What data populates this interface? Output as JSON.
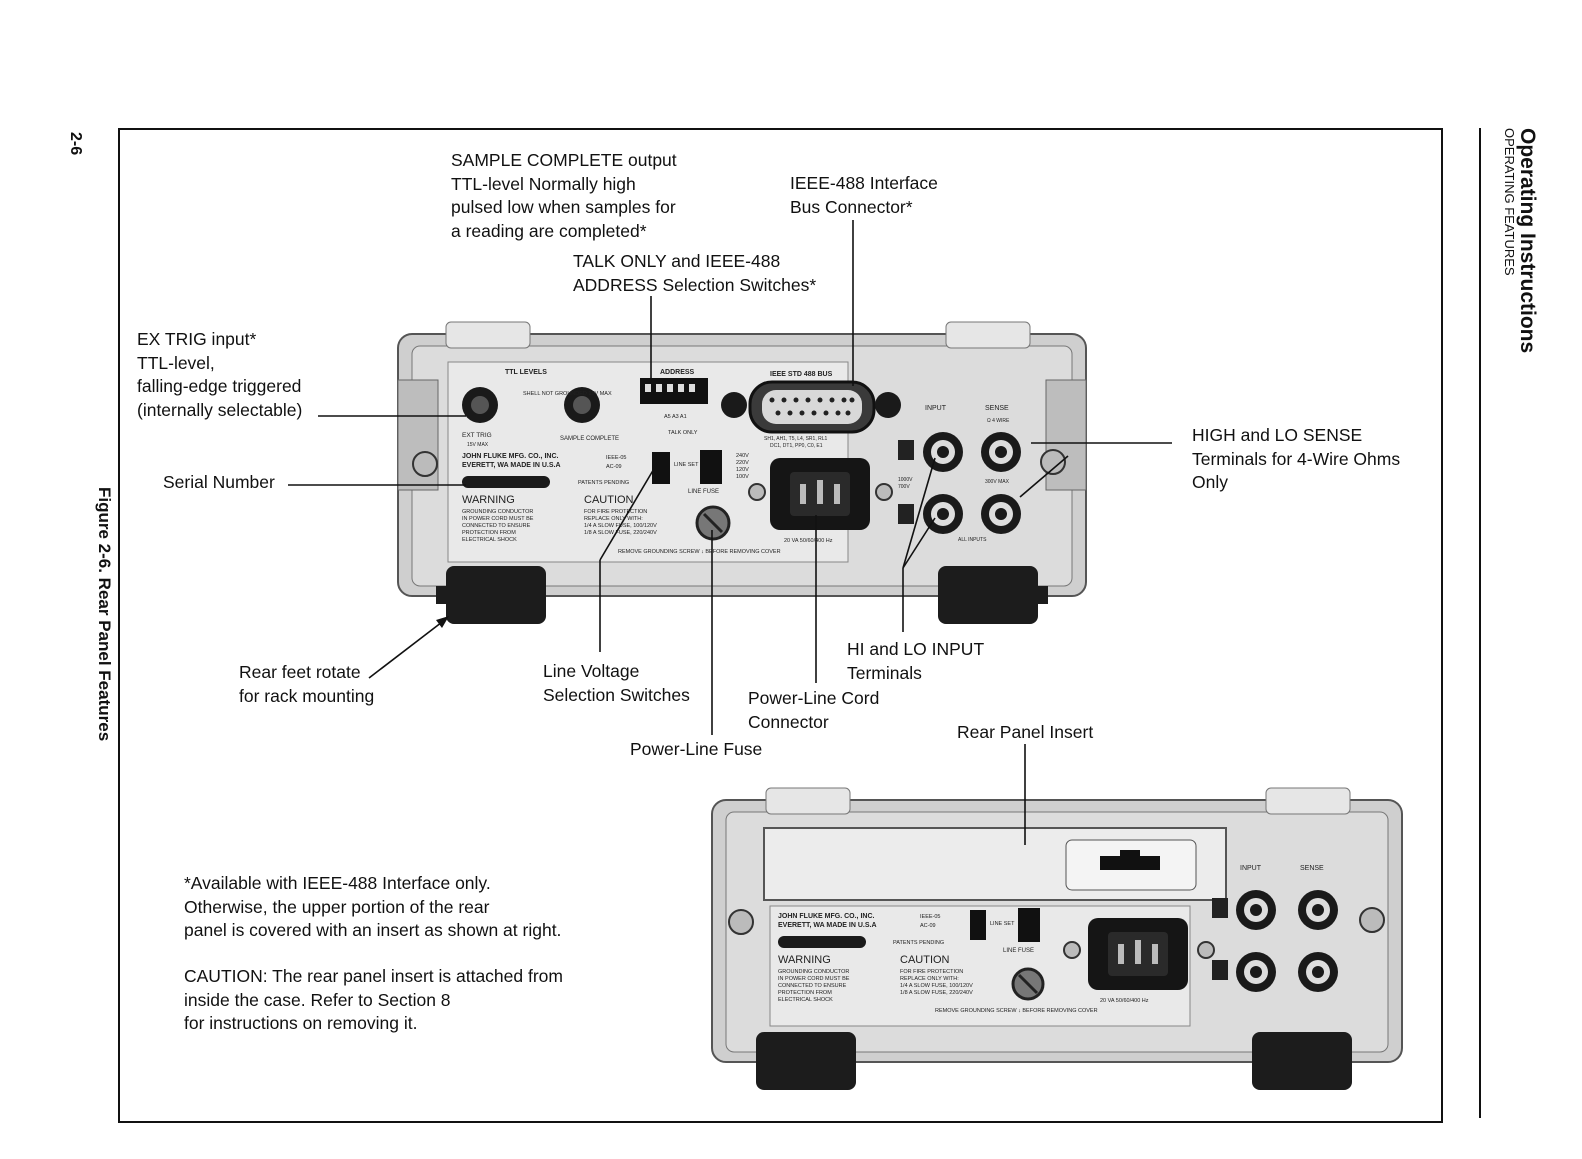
{
  "page": {
    "page_number": "2-6",
    "section_title": "Operating Instructions",
    "section_subtitle": "OPERATING FEATURES",
    "figure_caption": "Figure 2-6. Rear Panel Features"
  },
  "callouts": {
    "sample_complete": [
      "SAMPLE COMPLETE output",
      "TTL-level Normally high",
      "pulsed low when samples for",
      "a reading are completed*"
    ],
    "ieee_connector": [
      "IEEE-488 Interface",
      "Bus Connector*"
    ],
    "talk_only": [
      "TALK ONLY and IEEE-488",
      "ADDRESS Selection Switches*"
    ],
    "ex_trig": [
      "EX TRIG input*",
      "TTL-level,",
      "falling-edge triggered",
      "(internally selectable)"
    ],
    "serial_number": "Serial Number",
    "high_lo_sense": [
      "HIGH and LO SENSE",
      "Terminals for 4-Wire Ohms",
      "Only"
    ],
    "rear_feet": [
      "Rear feet rotate",
      "for rack mounting"
    ],
    "line_voltage": [
      "Line Voltage",
      "Selection Switches"
    ],
    "hi_lo_input": [
      "HI and LO INPUT",
      "Terminals"
    ],
    "power_cord": [
      "Power-Line Cord",
      "Connector"
    ],
    "power_fuse": "Power-Line Fuse",
    "rear_panel_insert": "Rear Panel Insert"
  },
  "notes": {
    "availability": [
      "*Available with IEEE-488 Interface only.",
      "Otherwise, the upper portion of the rear",
      "panel is covered with an insert as shown at right."
    ],
    "caution": [
      "CAUTION: The rear panel insert is attached from",
      "inside the case. Refer to Section 8",
      "for instructions on removing it."
    ]
  },
  "panel_text": {
    "ttl_levels": "TTL LEVELS",
    "shell_not_grounded": "SHELL NOT GROUNDED 15V MAX",
    "address": "ADDRESS",
    "ieee_std": "IEEE STD 488 BUS",
    "input": "INPUT",
    "sense": "SENSE",
    "sense_sub": "Ω 4 WIRE",
    "ext_trig": "EXT TRIG",
    "ext_trig_max": "15V MAX",
    "sample_complete": "SAMPLE COMPLETE",
    "a_labels": "A5 A3 A1",
    "talk_only": "TALK ONLY",
    "maker_1": "JOHN FLUKE MFG. CO., INC.",
    "maker_2": "EVERETT, WA  MADE IN U.S.A",
    "ieee_opt": "IEEE-05",
    "ac_opt": "AC-09",
    "line_set": "LINE SET",
    "patents": "PATENTS PENDING",
    "warning": "WARNING",
    "warning_body": [
      "GROUNDING CONDUCTOR",
      "IN POWER CORD MUST BE",
      "CONNECTED TO ENSURE",
      "PROTECTION FROM",
      "ELECTRICAL SHOCK"
    ],
    "caution": "CAUTION",
    "caution_body": [
      "FOR FIRE PROTECTION",
      "REPLACE ONLY WITH:",
      "1/4 A SLOW FUSE, 100/120V",
      "1/8 A SLOW FUSE, 220/240V"
    ],
    "line_fuse": "LINE FUSE",
    "voltages": [
      "240V",
      "220V",
      "120V",
      "100V"
    ],
    "rating": "20 VA  50/60/400 Hz",
    "remove_screw": "REMOVE GROUNDING SCREW ↓ BEFORE REMOVING COVER",
    "ieee_pins": [
      "SH1, AH1, T5, L4, SR1, RL1",
      "DC1, DT1, PP0, C0, E1"
    ],
    "max_labels": [
      "1000V",
      "700V"
    ],
    "all_inputs": "ALL INPUTS",
    "max_sense": "300V MAX"
  }
}
